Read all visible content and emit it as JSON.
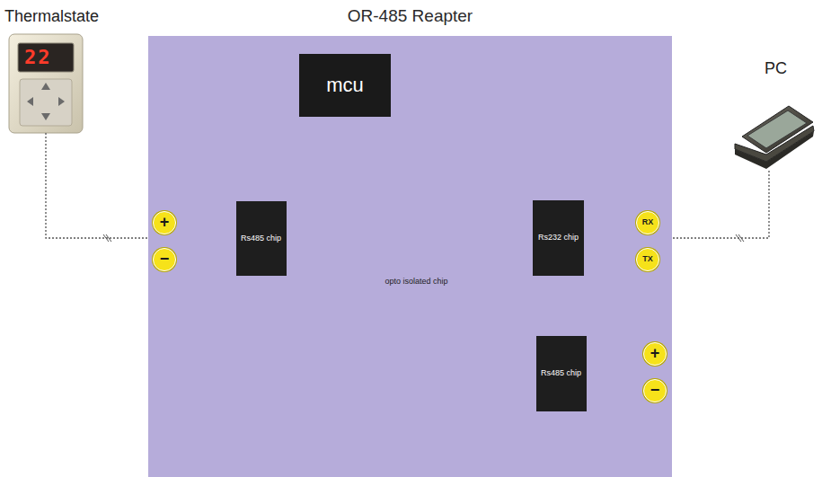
{
  "diagram": {
    "nodes": [
      {
        "text": [
          "OR-485 Reapter"
        ]
      },
      {
        "text": [
          "mcu"
        ],
        "in": 0
      },
      {
        "text": [
          "Rs485 chip"
        ],
        "in": 0
      },
      {
        "text": [
          "opto isolated chip"
        ],
        "in": 0
      },
      {
        "text": [
          "Rs232 chip"
        ],
        "in": 0
      },
      {
        "text": [
          "Rs485 chip"
        ],
        "in": 0
      },
      {
        "text": [
          "+"
        ],
        "in": 0
      },
      {
        "text": [
          "−"
        ],
        "in": 0
      },
      {
        "text": [
          "RX"
        ],
        "in": 0
      },
      {
        "text": [
          "TX"
        ],
        "in": 0
      },
      {
        "text": [
          "+"
        ],
        "in": 0
      },
      {
        "text": [
          "−"
        ],
        "in": 0
      }
    ],
    "edges": [
      {
        "from": 6,
        "to": 2,
        "arrow": "none"
      },
      {
        "from": 7,
        "to": 2,
        "arrow": "none"
      },
      {
        "from": 2,
        "to": 1,
        "arrow": "none"
      },
      {
        "from": 2,
        "to": 1,
        "arrow": "none"
      },
      {
        "from": 2,
        "to": 3,
        "arrow": "none"
      },
      {
        "from": 2,
        "to": 3,
        "arrow": "none"
      },
      {
        "from": 3,
        "to": 4,
        "arrow": "none"
      },
      {
        "from": 3,
        "to": 4,
        "arrow": "none"
      },
      {
        "from": 3,
        "to": 5,
        "arrow": "none"
      },
      {
        "from": 3,
        "to": 5,
        "arrow": "none"
      },
      {
        "from": 4,
        "to": 8,
        "arrow": "none"
      },
      {
        "from": 4,
        "to": 9,
        "arrow": "none"
      },
      {
        "from": 5,
        "to": 10,
        "arrow": "none"
      },
      {
        "from": 5,
        "to": 11,
        "arrow": "none"
      }
    ],
    "labels": [
      "Thermalstate",
      "22",
      "PC"
    ]
  }
}
